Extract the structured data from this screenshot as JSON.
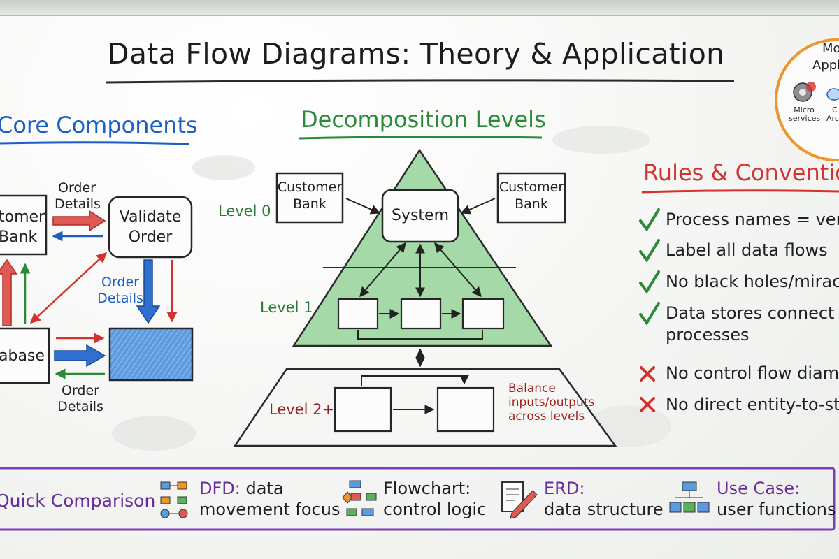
{
  "title": "Data Flow Diagrams: Theory & Application",
  "core": {
    "heading": "Core Components",
    "entity_label": "Customer Bank",
    "entity_line1": "tomer",
    "entity_line2": "Bank",
    "process_line1": "Validate",
    "process_line2": "Order",
    "store_label": "abase",
    "flow_labels": [
      {
        "line1": "Order",
        "line2": "Details"
      },
      {
        "line1": "Order",
        "line2": "Details"
      },
      {
        "line1": "Order",
        "line2": "Details"
      }
    ]
  },
  "decomposition": {
    "heading": "Decomposition Levels",
    "entity_left": {
      "line1": "Customer",
      "line2": "Bank"
    },
    "entity_right": {
      "line1": "Customer",
      "line2": "Bank"
    },
    "system_label": "System",
    "levels": [
      "Level 0",
      "Level 1",
      "Level 2+"
    ],
    "note": [
      "Balance",
      "inputs/outputs",
      "across levels"
    ]
  },
  "rules": {
    "heading": "Rules & Conventio",
    "dos": [
      "Process names = verb+",
      "Label all data flows",
      "No black holes/miracle",
      "Data stores connect o",
      "processes"
    ],
    "donts": [
      "No control flow diamo",
      "No direct entity-to-st"
    ]
  },
  "modern": {
    "title_line1": "Mo",
    "title_line2": "Appli",
    "item1_line1": "Micro",
    "item1_line2": "services",
    "item2_line1": "C",
    "item2_line2": "Archi"
  },
  "comparison": {
    "heading": "Quick Comparison",
    "items": [
      {
        "bold": "DFD:",
        "rest": " data",
        "line2": "movement focus",
        "icon": "dfd-diagram-icon"
      },
      {
        "bold": "Flowchart:",
        "rest": "",
        "line2": "control logic",
        "icon": "flowchart-icon"
      },
      {
        "bold": "ERD:",
        "rest": "",
        "line2": "data structure",
        "icon": "erd-document-pencil-icon"
      },
      {
        "bold": "Use Case:",
        "rest": "",
        "line2": "user functions",
        "icon": "hierarchy-icon"
      }
    ]
  },
  "colors": {
    "blue": "#1c5fc4",
    "green": "#2a8a3a",
    "red": "#d2332e",
    "purple": "#7a3fb0",
    "orange": "#f0952a"
  }
}
